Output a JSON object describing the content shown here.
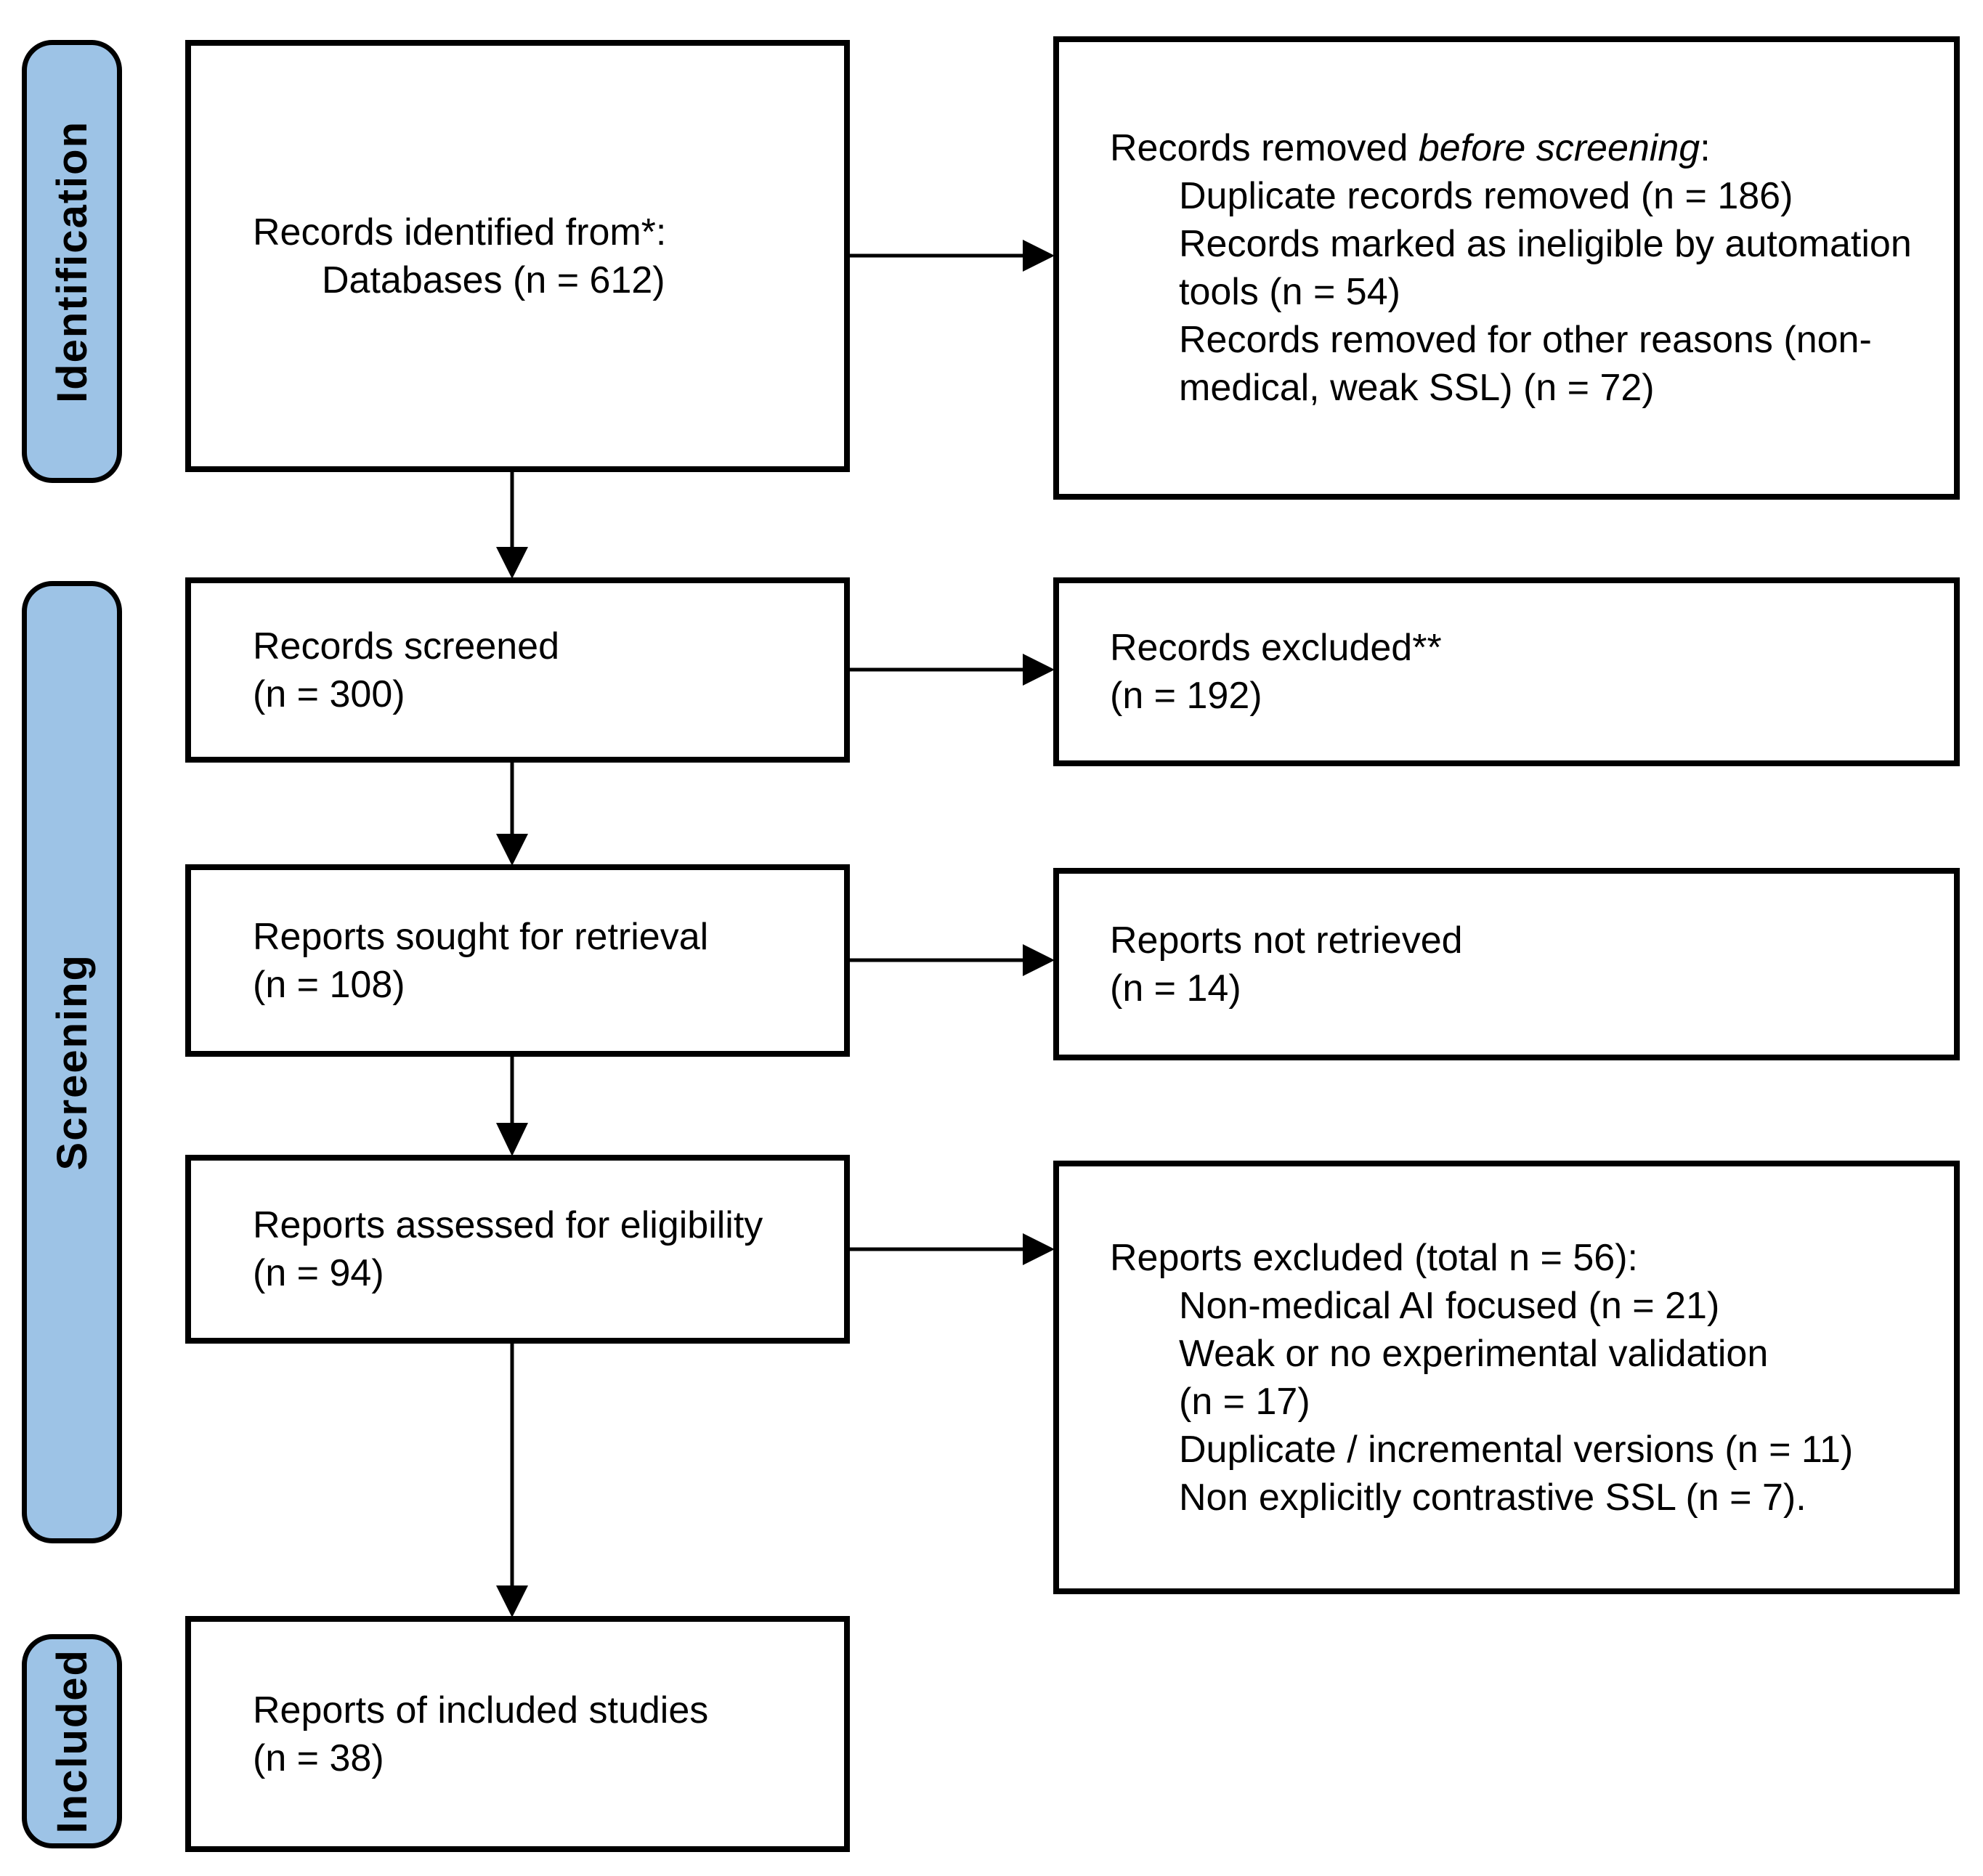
{
  "diagram": {
    "type": "prisma-flow",
    "accent_color": "#9DC3E6",
    "stages": [
      {
        "id": "identification",
        "label": "Identification"
      },
      {
        "id": "screening",
        "label": "Screening"
      },
      {
        "id": "included",
        "label": "Included"
      }
    ],
    "boxes": {
      "identified": {
        "line1": "Records identified from*:",
        "line2": "Databases (n = 612)"
      },
      "removed": {
        "title_prefix": "Records removed ",
        "title_italic": "before screening",
        "title_suffix": ":",
        "items": [
          "Duplicate records removed (n = 186)",
          "Records marked as ineligible by automation",
          "tools (n = 54)",
          "Records removed for other reasons (non-",
          "medical, weak SSL) (n = 72)"
        ]
      },
      "screened": {
        "line1": "Records screened",
        "line2": "(n = 300)"
      },
      "records_excluded": {
        "line1": "Records excluded**",
        "line2": "(n = 192)"
      },
      "sought": {
        "line1": "Reports sought for retrieval",
        "line2": "(n = 108)"
      },
      "not_retrieved": {
        "line1": "Reports not retrieved",
        "line2": "(n = 14)"
      },
      "assessed": {
        "line1": "Reports assessed for eligibility",
        "line2": "(n = 94)"
      },
      "reports_excluded": {
        "title": "Reports excluded (total n = 56):",
        "items": [
          "Non-medical AI focused (n = 21)",
          "Weak or no experimental validation",
          "(n = 17)",
          "Duplicate / incremental versions (n = 11)",
          "Non explicitly contrastive SSL (n = 7)."
        ]
      },
      "included_studies": {
        "line1": "Reports of included studies",
        "line2": "(n = 38)"
      }
    }
  }
}
